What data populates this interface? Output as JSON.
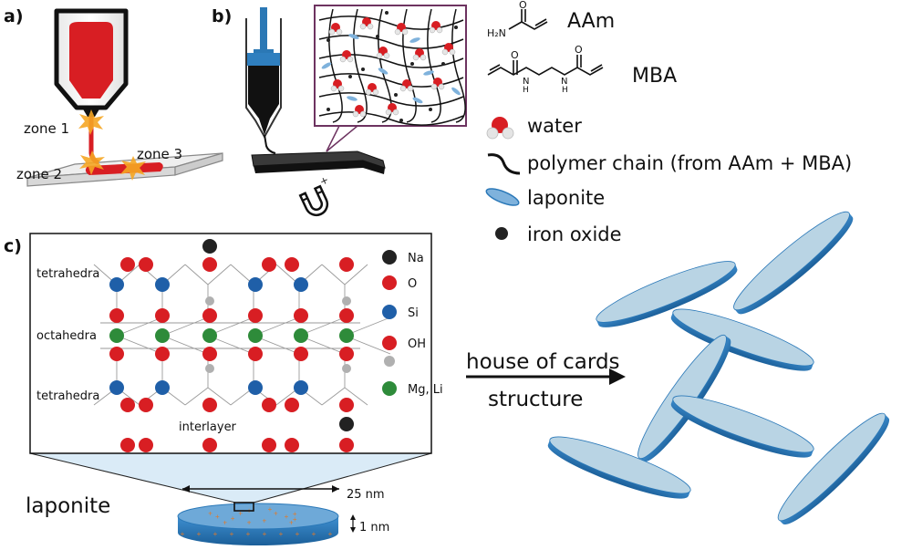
{
  "panels": {
    "a": "a)",
    "b": "b)",
    "c": "c)"
  },
  "panel_a": {
    "zone1": "zone 1",
    "zone2": "zone 2",
    "zone3": "zone 3",
    "ink_color": "#d81e23",
    "star_color": "#f5a623"
  },
  "molecules": {
    "aam": {
      "name": "AAm",
      "amine": "H₂N",
      "o": "O"
    },
    "mba": {
      "name": "MBA",
      "n_left": "N",
      "h_left": "H",
      "n_right": "N",
      "h_right": "H",
      "o_left": "O",
      "o_right": "O"
    }
  },
  "legend_b": {
    "water": "water",
    "polymer": "polymer chain (from AAm + MBA)",
    "laponite": "laponite",
    "iron_oxide": "iron oxide"
  },
  "panel_c": {
    "row_labels": {
      "tetra_top": "tetrahedra",
      "octa": "octahedra",
      "tetra_bottom": "tetrahedra",
      "interlayer": "interlayer"
    },
    "atom_legend": [
      {
        "label": "Na",
        "color": "#222222"
      },
      {
        "label": "O",
        "color": "#d81e23"
      },
      {
        "label": "Si",
        "color": "#1f5fa8"
      },
      {
        "label": "OH",
        "color": "#d81e23",
        "second_color": "#b0b0b0"
      },
      {
        "label": "Mg, Li",
        "color": "#2e8b3a"
      }
    ],
    "disc_label": "laponite",
    "diameter": "25 nm",
    "thickness": "1 nm"
  },
  "house_of_cards": {
    "line1": "house of cards",
    "line2": "structure"
  },
  "colors": {
    "oxygen": "#d81e23",
    "silicon": "#1f5fa8",
    "metal": "#2e8b3a",
    "sodium": "#222222",
    "hydrogen": "#b0b0b0",
    "disc_face": "#b9d4e4",
    "disc_edge": "#2a78b8",
    "frame": "#6d3360"
  }
}
